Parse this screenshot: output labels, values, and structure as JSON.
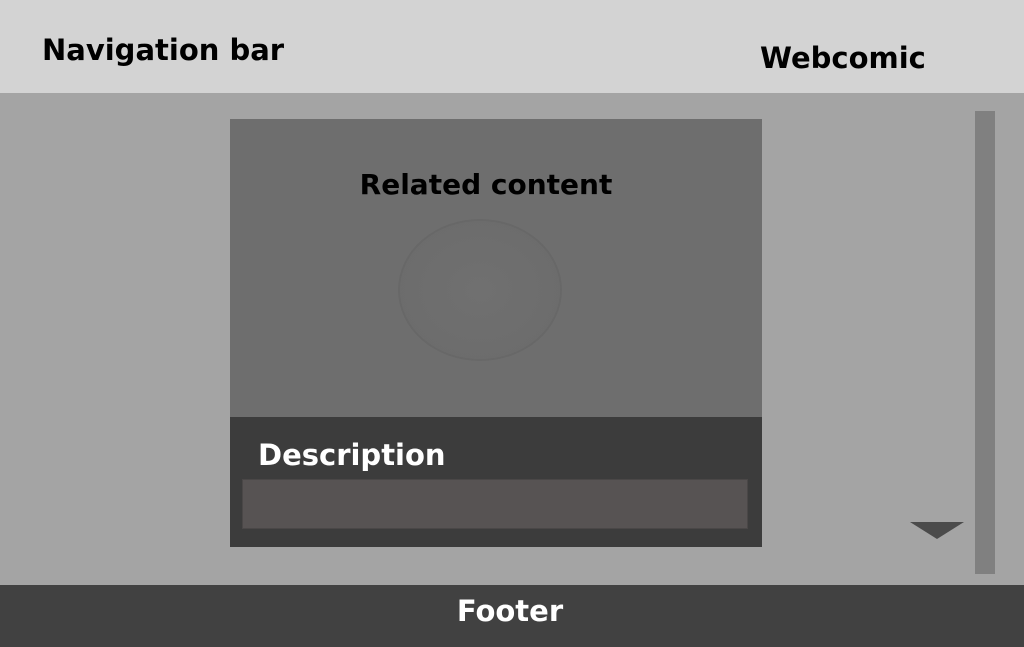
{
  "header": {
    "navigation_label": "Navigation bar",
    "site_title": "Webcomic"
  },
  "main": {
    "related_label": "Related content",
    "description_label": "Description"
  },
  "footer": {
    "label": "Footer"
  },
  "icons": {
    "scroll_arrow": "chevron-down-icon"
  },
  "colors": {
    "page_background": "#a4a4a4",
    "navbar_background": "#d3d3d3",
    "related_panel": "#6e6e6e",
    "description_panel": "#3c3c3c",
    "description_box": "#575353",
    "scrollbar": "#808080",
    "footer_background": "#414141"
  }
}
